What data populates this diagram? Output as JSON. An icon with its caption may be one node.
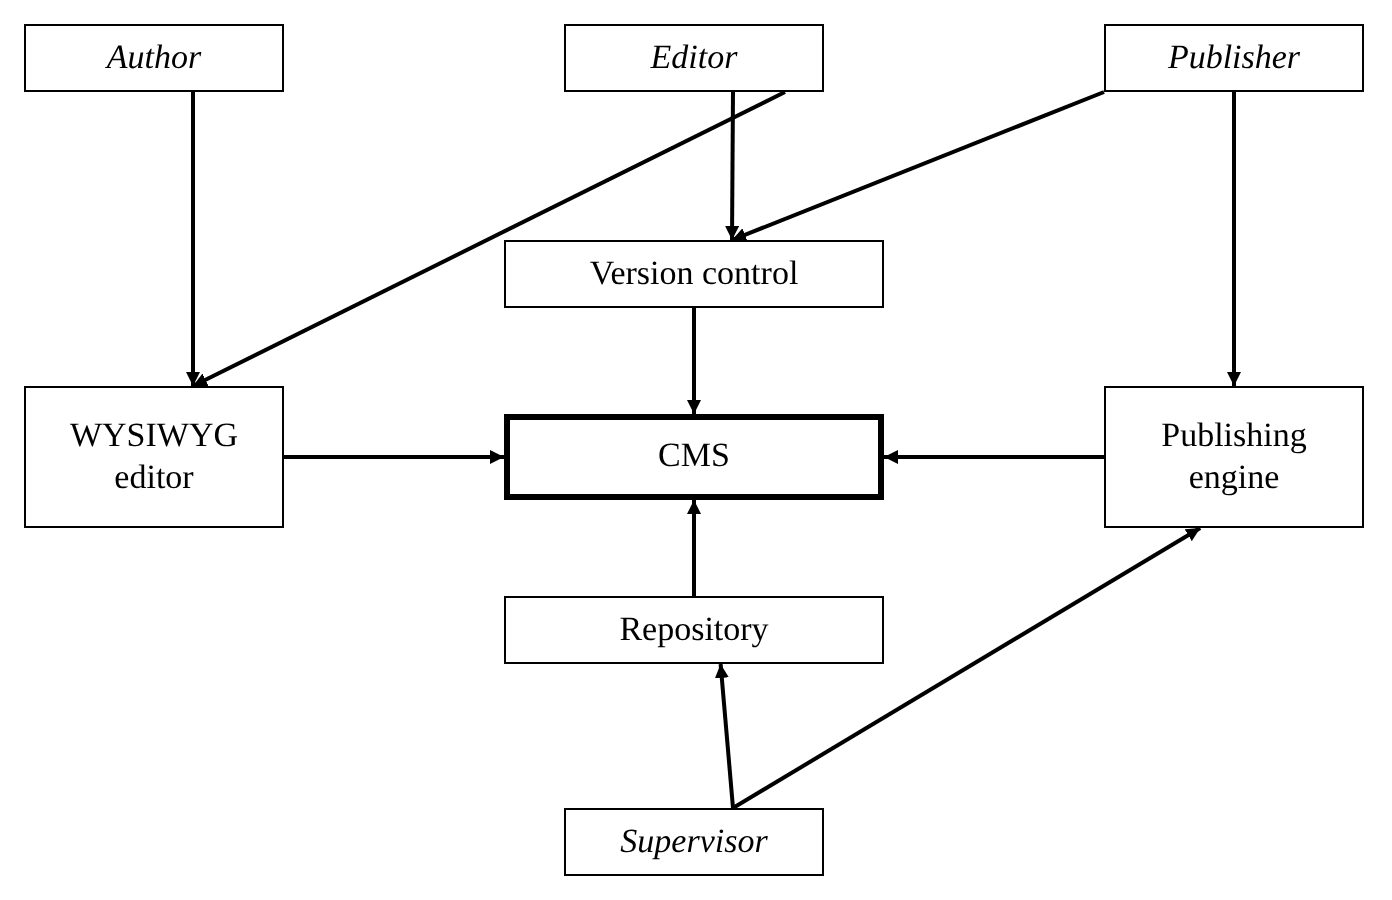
{
  "diagram": {
    "nodes": [
      {
        "text": [
          "Author"
        ]
      },
      {
        "text": [
          "Editor"
        ]
      },
      {
        "text": [
          "Publisher"
        ]
      },
      {
        "text": [
          "Version control"
        ]
      },
      {
        "text": [
          "WYSIWYG editor"
        ]
      },
      {
        "text": [
          "CMS"
        ]
      },
      {
        "text": [
          "Publishing engine"
        ]
      },
      {
        "text": [
          "Repository"
        ]
      },
      {
        "text": [
          "Supervisor"
        ]
      }
    ],
    "edges": [
      {
        "from": 0,
        "to": 4,
        "arrow": "to"
      },
      {
        "from": 1,
        "to": 4,
        "arrow": "to"
      },
      {
        "from": 1,
        "to": 3,
        "arrow": "to"
      },
      {
        "from": 2,
        "to": 3,
        "arrow": "to"
      },
      {
        "from": 2,
        "to": 6,
        "arrow": "to"
      },
      {
        "from": 3,
        "to": 5,
        "arrow": "to"
      },
      {
        "from": 4,
        "to": 5,
        "arrow": "to"
      },
      {
        "from": 6,
        "to": 5,
        "arrow": "to"
      },
      {
        "from": 7,
        "to": 5,
        "arrow": "to"
      },
      {
        "from": 8,
        "to": 7,
        "arrow": "to"
      },
      {
        "from": 8,
        "to": 6,
        "arrow": "to"
      }
    ]
  }
}
